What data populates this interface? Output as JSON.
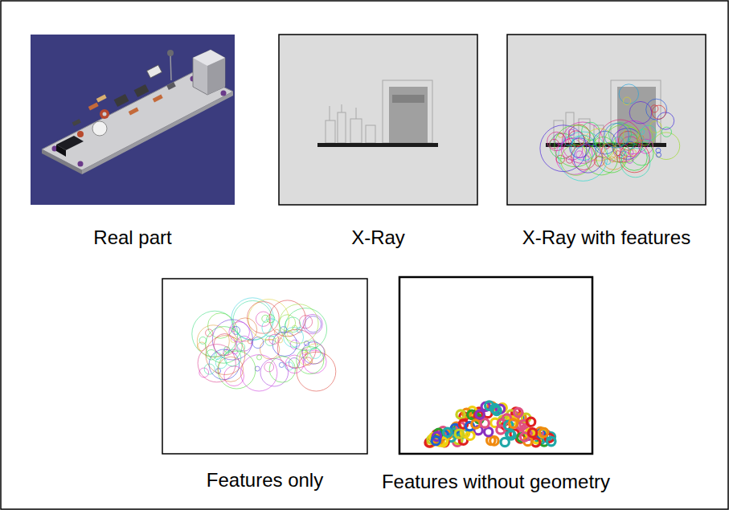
{
  "diagram": {
    "nodes": [
      {
        "text": [
          "Real part"
        ]
      },
      {
        "text": [
          "X-Ray"
        ]
      },
      {
        "text": [
          "X-Ray with features"
        ]
      },
      {
        "text": [
          "Features only"
        ]
      },
      {
        "text": [
          "Features without geometry"
        ]
      }
    ]
  }
}
